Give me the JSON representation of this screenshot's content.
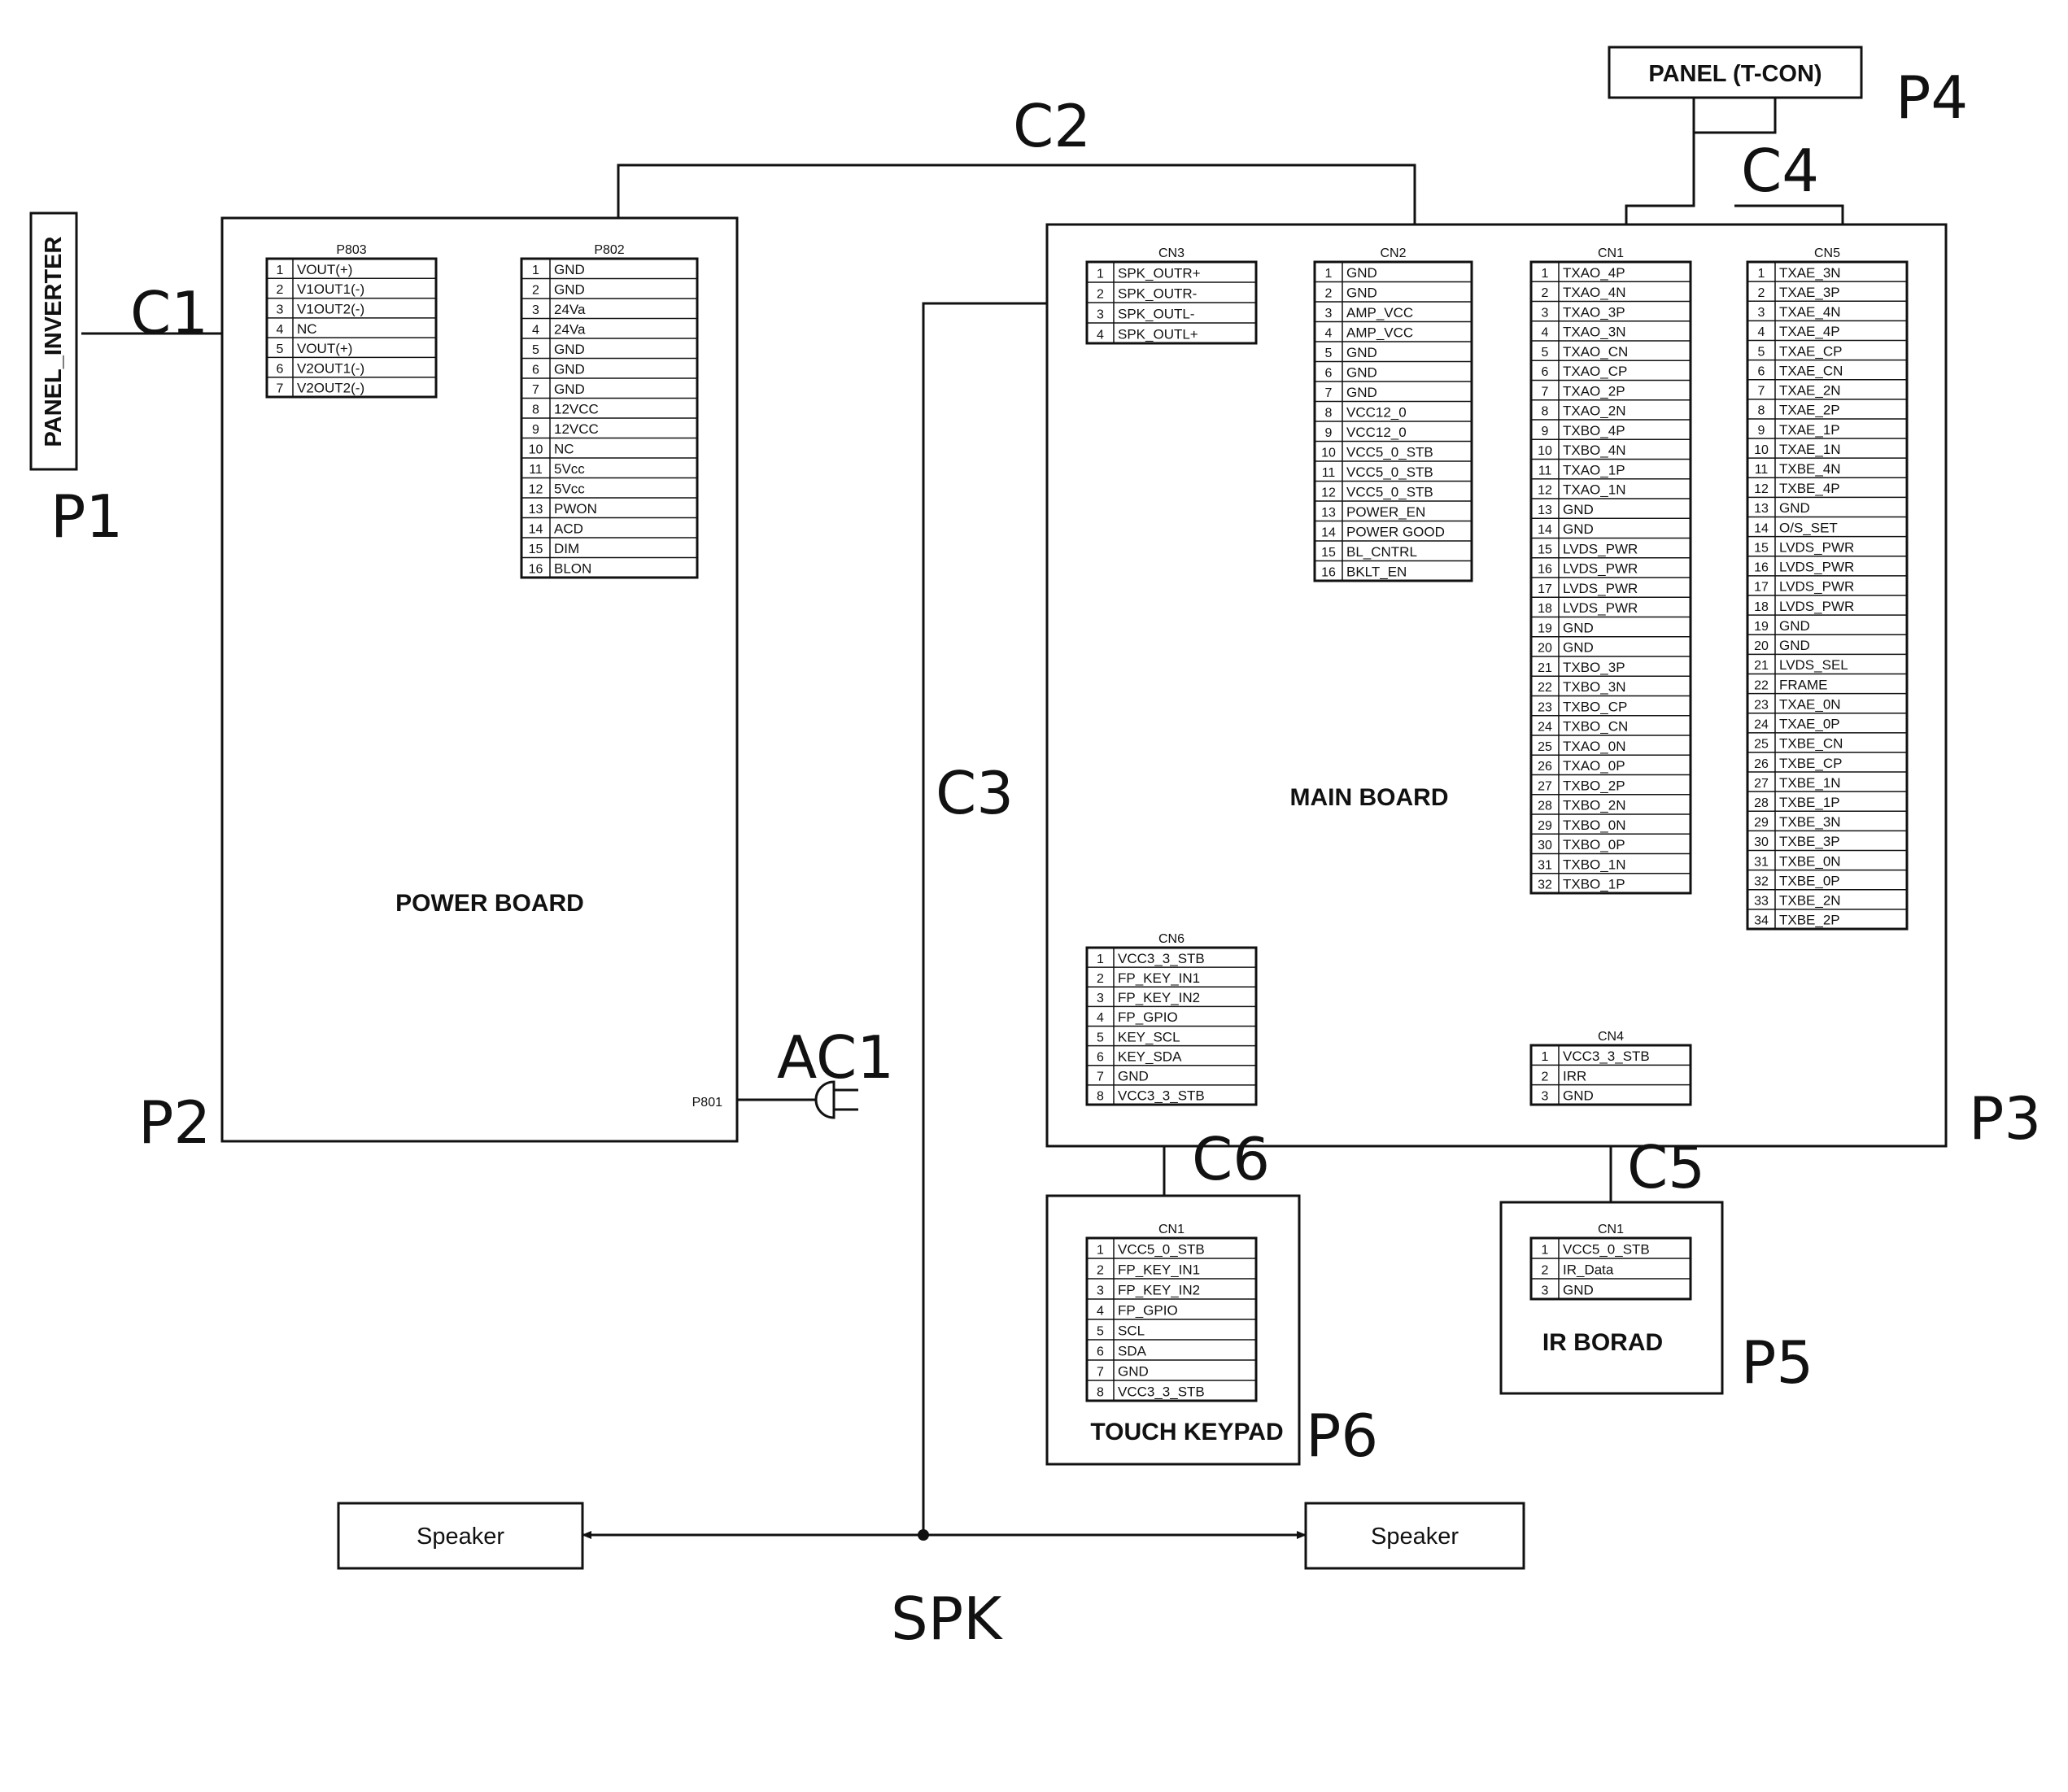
{
  "components": {
    "panel_inverter": "PANEL_INVERTER",
    "panel_tcon": "PANEL (T-CON)",
    "power_board": "POWER BOARD",
    "main_board": "MAIN BOARD",
    "touch_keypad": "TOUCH KEYPAD",
    "ir_board": "IR BORAD",
    "speaker_left": "Speaker",
    "speaker_right": "Speaker",
    "p801": "P801"
  },
  "annotations": {
    "p1": "P1",
    "p2": "P2",
    "p3": "P3",
    "p4": "P4",
    "p5": "P5",
    "p6": "P6",
    "c1": "C1",
    "c2": "C2",
    "c3": "C3",
    "c4": "C4",
    "c5": "C5",
    "c6": "C6",
    "ac1": "AC1",
    "spk": "SPK"
  },
  "connectors": [
    {
      "id": "p803",
      "title": "P803",
      "pins": [
        "VOUT(+)",
        "V1OUT1(-)",
        "V1OUT2(-)",
        "NC",
        "VOUT(+)",
        "V2OUT1(-)",
        "V2OUT2(-)"
      ]
    },
    {
      "id": "p802",
      "title": "P802",
      "pins": [
        "GND",
        "GND",
        "24Va",
        "24Va",
        "GND",
        "GND",
        "GND",
        "12VCC",
        "12VCC",
        "NC",
        "5Vcc",
        "5Vcc",
        "PWON",
        "ACD",
        "DIM",
        "BLON"
      ]
    },
    {
      "id": "cn3",
      "title": "CN3",
      "pins": [
        "SPK_OUTR+",
        "SPK_OUTR-",
        "SPK_OUTL-",
        "SPK_OUTL+"
      ]
    },
    {
      "id": "cn2",
      "title": "CN2",
      "pins": [
        "GND",
        "GND",
        "AMP_VCC",
        "AMP_VCC",
        "GND",
        "GND",
        "GND",
        "VCC12_0",
        "VCC12_0",
        "VCC5_0_STB",
        "VCC5_0_STB",
        "VCC5_0_STB",
        "POWER_EN",
        "POWER GOOD",
        "BL_CNTRL",
        "BKLT_EN"
      ]
    },
    {
      "id": "cn1",
      "title": "CN1",
      "pins": [
        "TXAO_4P",
        "TXAO_4N",
        "TXAO_3P",
        "TXAO_3N",
        "TXAO_CN",
        "TXAO_CP",
        "TXAO_2P",
        "TXAO_2N",
        "TXBO_4P",
        "TXBO_4N",
        "TXAO_1P",
        "TXAO_1N",
        "GND",
        "GND",
        "LVDS_PWR",
        "LVDS_PWR",
        "LVDS_PWR",
        "LVDS_PWR",
        "GND",
        "GND",
        "TXBO_3P",
        "TXBO_3N",
        "TXBO_CP",
        "TXBO_CN",
        "TXAO_0N",
        "TXAO_0P",
        "TXBO_2P",
        "TXBO_2N",
        "TXBO_0N",
        "TXBO_0P",
        "TXBO_1N",
        "TXBO_1P"
      ]
    },
    {
      "id": "cn5",
      "title": "CN5",
      "pins": [
        "TXAE_3N",
        "TXAE_3P",
        "TXAE_4N",
        "TXAE_4P",
        "TXAE_CP",
        "TXAE_CN",
        "TXAE_2N",
        "TXAE_2P",
        "TXAE_1P",
        "TXAE_1N",
        "TXBE_4N",
        "TXBE_4P",
        "GND",
        "O/S_SET",
        "LVDS_PWR",
        "LVDS_PWR",
        "LVDS_PWR",
        "LVDS_PWR",
        "GND",
        "GND",
        "LVDS_SEL",
        "FRAME",
        "TXAE_0N",
        "TXAE_0P",
        "TXBE_CN",
        "TXBE_CP",
        "TXBE_1N",
        "TXBE_1P",
        "TXBE_3N",
        "TXBE_3P",
        "TXBE_0N",
        "TXBE_0P",
        "TXBE_2N",
        "TXBE_2P"
      ]
    },
    {
      "id": "cn6",
      "title": "CN6",
      "pins": [
        "VCC3_3_STB",
        "FP_KEY_IN1",
        "FP_KEY_IN2",
        "FP_GPIO",
        "KEY_SCL",
        "KEY_SDA",
        "GND",
        "VCC3_3_STB"
      ]
    },
    {
      "id": "cn4",
      "title": "CN4",
      "pins": [
        "VCC3_3_STB",
        "IRR",
        "GND"
      ]
    },
    {
      "id": "tk_cn1",
      "title": "CN1",
      "pins": [
        "VCC5_0_STB",
        "FP_KEY_IN1",
        "FP_KEY_IN2",
        "FP_GPIO",
        "SCL",
        "SDA",
        "GND",
        "VCC3_3_STB"
      ]
    },
    {
      "id": "ir_cn1",
      "title": "CN1",
      "pins": [
        "VCC5_0_STB",
        "IR_Data",
        "GND"
      ]
    }
  ]
}
